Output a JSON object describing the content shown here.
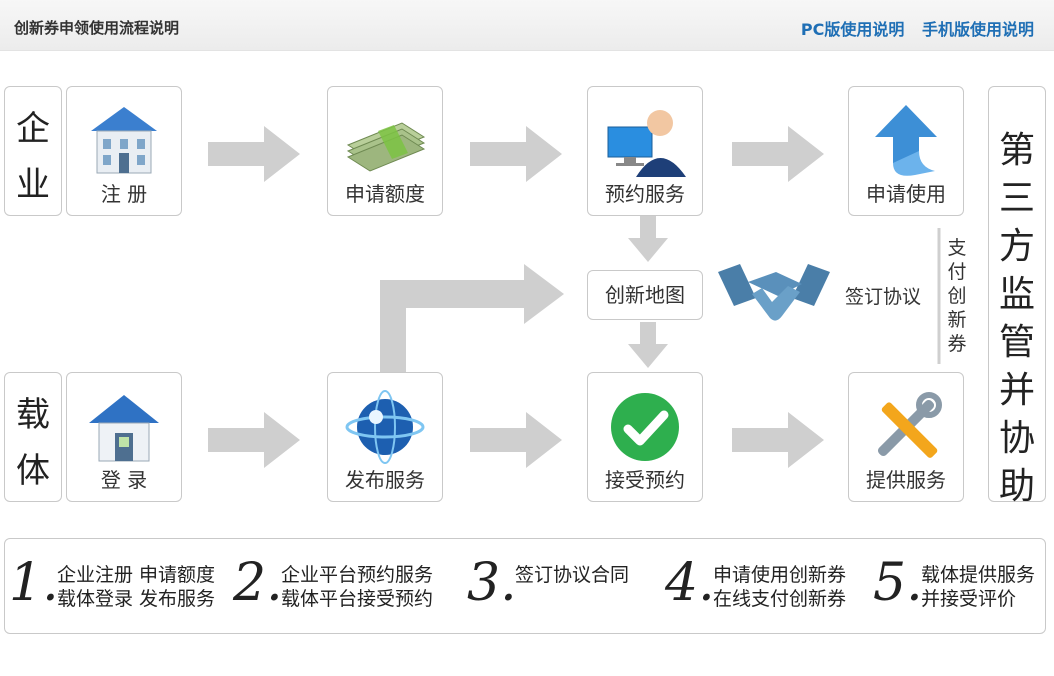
{
  "header": {
    "title": "创新券申领使用流程说明",
    "link_pc": "PC版使用说明",
    "link_mobile": "手机版使用说明"
  },
  "enterprise_label": [
    "企",
    "业"
  ],
  "carrier_label": [
    "载",
    "体"
  ],
  "cards": {
    "register": "注 册",
    "quota": "申请额度",
    "reserve": "预约服务",
    "apply_use": "申请使用",
    "login": "登 录",
    "publish": "发布服务",
    "accept": "接受预约",
    "provide": "提供服务"
  },
  "map_label": "创新地图",
  "sign_label": "签订协议",
  "pay_label": [
    "支",
    "付",
    "创",
    "新",
    "券"
  ],
  "third_party": [
    "第",
    "三",
    "方",
    "监",
    "管",
    "并",
    "协",
    "助"
  ],
  "steps": [
    {
      "num": "1.",
      "line1": "企业注册 申请额度",
      "line2": "载体登录 发布服务"
    },
    {
      "num": "2.",
      "line1": "企业平台预约服务",
      "line2": "载体平台接受预约"
    },
    {
      "num": "3.",
      "line1": "签订协议合同",
      "line2": ""
    },
    {
      "num": "4.",
      "line1": "申请使用创新券",
      "line2": "在线支付创新券"
    },
    {
      "num": "5.",
      "line1": "载体提供服务",
      "line2": "并接受评价"
    }
  ],
  "icons": {
    "register": "house-icon",
    "quota": "money-icon",
    "reserve": "user-computer-icon",
    "apply_use": "up-arrow-icon",
    "login": "house-icon",
    "publish": "globe-icon",
    "accept": "check-icon",
    "provide": "tools-icon",
    "handshake": "handshake-icon"
  },
  "colors": {
    "link": "#1f6fb5",
    "arrow": "#cfcfcf",
    "check": "#2eaf4e",
    "handshake": "#4a7ea8"
  }
}
